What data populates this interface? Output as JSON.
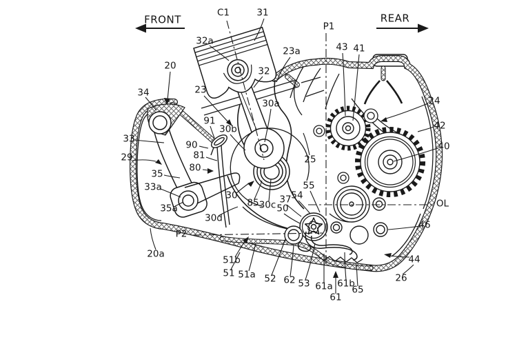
{
  "figure": {
    "background": "#ffffff",
    "ink": "#1a1a1a",
    "direction_labels": {
      "front": "FRONT",
      "rear": "REAR"
    },
    "axis_labels": {
      "c1": "C1",
      "p1": "P1",
      "p2": "P2",
      "ol": "OL"
    },
    "labels": {
      "n20": "20",
      "n20a": "20a",
      "n23": "23",
      "n23a": "23a",
      "n24": "24",
      "n25": "25",
      "n26": "26",
      "n29": "29",
      "n30": "30",
      "n30a": "30a",
      "n30b": "30b",
      "n30c": "30c",
      "n30d": "30d",
      "n31": "31",
      "n32": "32",
      "n32a": "32a",
      "n33": "33",
      "n33a": "33a",
      "n34": "34",
      "n35": "35",
      "n35a": "35a",
      "n37": "37",
      "n40": "40",
      "n41": "41",
      "n42": "42",
      "n43": "43",
      "n44": "44",
      "n46": "46",
      "n50": "50",
      "n51": "51",
      "n51a": "51a",
      "n51b": "51b",
      "n52": "52",
      "n53": "53",
      "n54": "54",
      "n55": "55",
      "n61": "61",
      "n61a": "61a",
      "n61b": "61b",
      "n62": "62",
      "n65": "65",
      "n80": "80",
      "n81": "81",
      "n85": "85",
      "n90": "90",
      "n91": "91"
    }
  }
}
